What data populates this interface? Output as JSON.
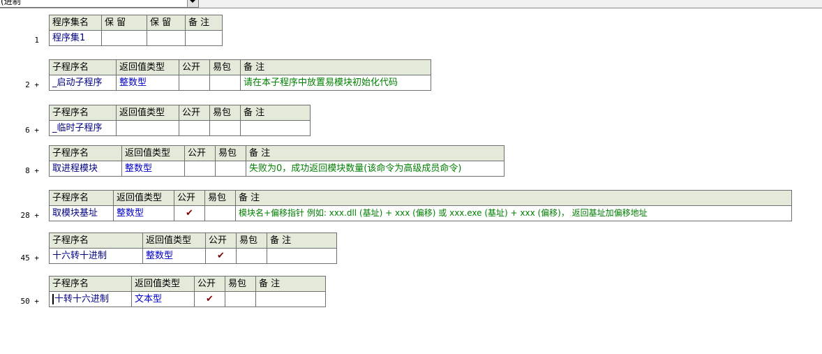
{
  "toolbar": {
    "combo_text": "(进制"
  },
  "program_set": {
    "line": "1",
    "headers": [
      "程序集名",
      "保 留",
      "保 留",
      "备 注"
    ],
    "row": [
      "程序集1",
      "",
      "",
      ""
    ]
  },
  "sub_headers": {
    "name": "子程序名",
    "return_type": "返回值类型",
    "public": "公开",
    "easy_pack": "易包",
    "remark": "备 注"
  },
  "check_mark": "✔",
  "subs": [
    {
      "line": "2 +",
      "name": "_启动子程序",
      "return_type": "整数型",
      "public": false,
      "remark": "请在本子程序中放置易模块初始化代码"
    },
    {
      "line": "6 +",
      "name": "_临时子程序",
      "return_type": "",
      "public": false,
      "remark": ""
    },
    {
      "line": "8 +",
      "name": "取进程模块",
      "return_type": "整数型",
      "public": false,
      "remark": "失败为0，成功返回模块数量(该命令为高级成员命令)"
    },
    {
      "line": "28 +",
      "name": "取模块基址",
      "return_type": "整数型",
      "public": true,
      "remark": "模块名+偏移指针 例如: xxx.dll (基址) + xxx (偏移) 或 xxx.exe (基址) + xxx (偏移)， 返回基址加偏移地址"
    },
    {
      "line": "45 +",
      "name": "十六转十进制",
      "return_type": "整数型",
      "public": true,
      "remark": ""
    },
    {
      "line": "50 +",
      "name": "十转十六进制",
      "return_type": "文本型",
      "public": true,
      "remark": ""
    }
  ]
}
